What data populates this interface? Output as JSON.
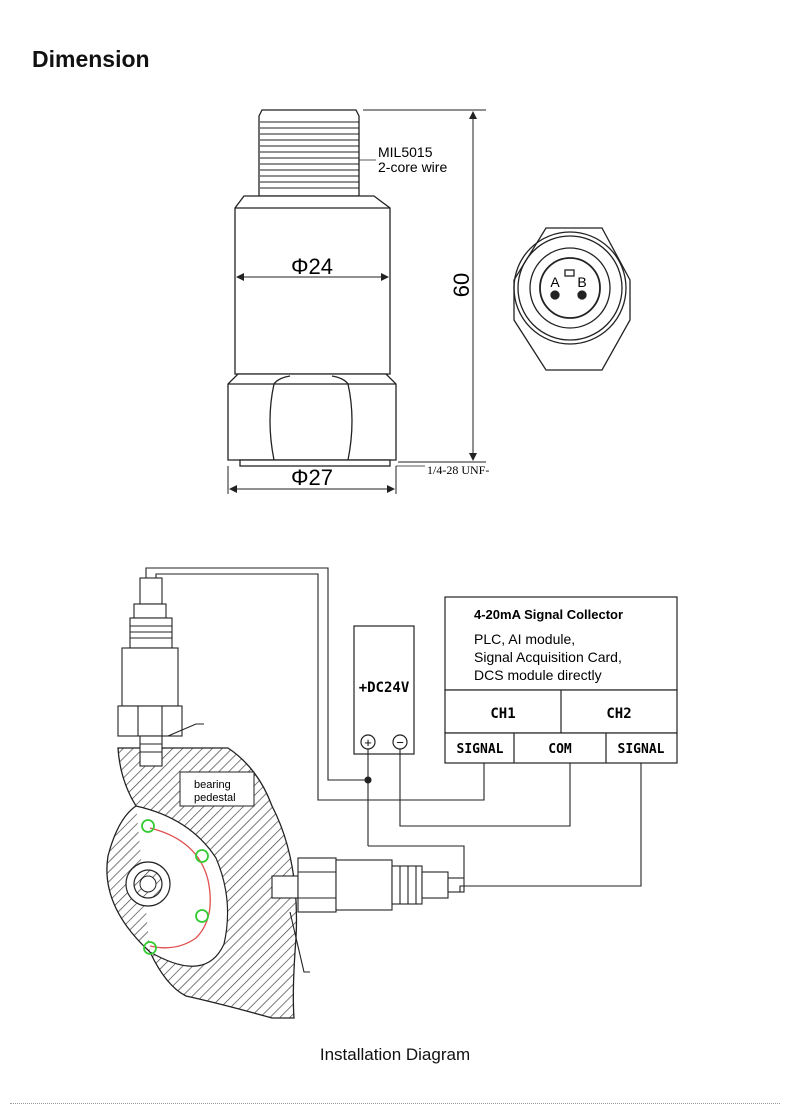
{
  "page": {
    "title": "Dimension",
    "caption": "Installation Diagram"
  },
  "dimension": {
    "connector_label_1": "MIL5015",
    "connector_label_2": "2-core wire",
    "body_diameter": "Φ24",
    "hex_diameter": "Φ27",
    "height": "60",
    "thread": "1/4-28 UNF-",
    "pin_a": "A",
    "pin_b": "B"
  },
  "installation": {
    "collector_title": "4-20mA Signal Collector",
    "collector_line_1": "PLC, AI module,",
    "collector_line_2": "Signal Acquisition Card,",
    "collector_line_3": "DCS module directly",
    "ch1": "CH1",
    "ch2": "CH2",
    "signal_1": "SIGNAL",
    "com": "COM",
    "signal_2": "SIGNAL",
    "power": "+DC24V",
    "pedestal_line_1": "bearing",
    "pedestal_line_2": "pedestal",
    "plus": "+",
    "minus": "−"
  },
  "colors": {
    "line": "#222222",
    "hatch": "#444444",
    "bolt_circle": "#e05050",
    "bolt": "#33cc33"
  }
}
